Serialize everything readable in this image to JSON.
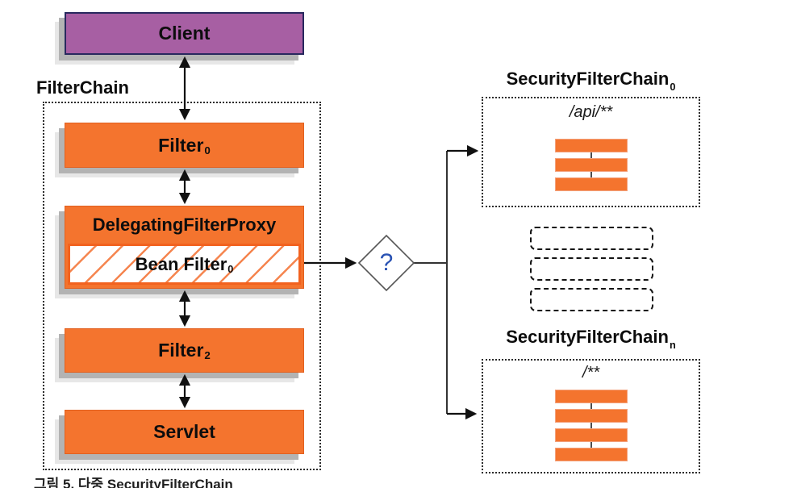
{
  "client": {
    "label": "Client"
  },
  "filter_chain": {
    "title": "FilterChain",
    "filter0": {
      "label": "Filter",
      "sub": "0"
    },
    "proxy": {
      "label": "DelegatingFilterProxy"
    },
    "bean_filter": {
      "label": "Bean Filter",
      "sub": "0"
    },
    "filter2": {
      "label": "Filter",
      "sub": "2"
    },
    "servlet": {
      "label": "Servlet"
    }
  },
  "decision": {
    "label": "?"
  },
  "chains": [
    {
      "title": "SecurityFilterChain",
      "sub": "0",
      "pattern": "/api/**",
      "bars": 3
    },
    {
      "title": "SecurityFilterChain",
      "sub": "n",
      "pattern": "/**",
      "bars": 4
    }
  ],
  "ellipsis_boxes": 3,
  "caption": "그림 5. 다중 SecurityFilterChain",
  "colors": {
    "node_orange": "#f4742e",
    "bar_border": "#f3a17c",
    "client_purple": "#a75fa3",
    "client_border": "#28285e",
    "hatch_orange": "#f5854f",
    "shadow_gray": "#b3b3b3",
    "question_blue": "#2952b3",
    "line_black": "#111111"
  }
}
